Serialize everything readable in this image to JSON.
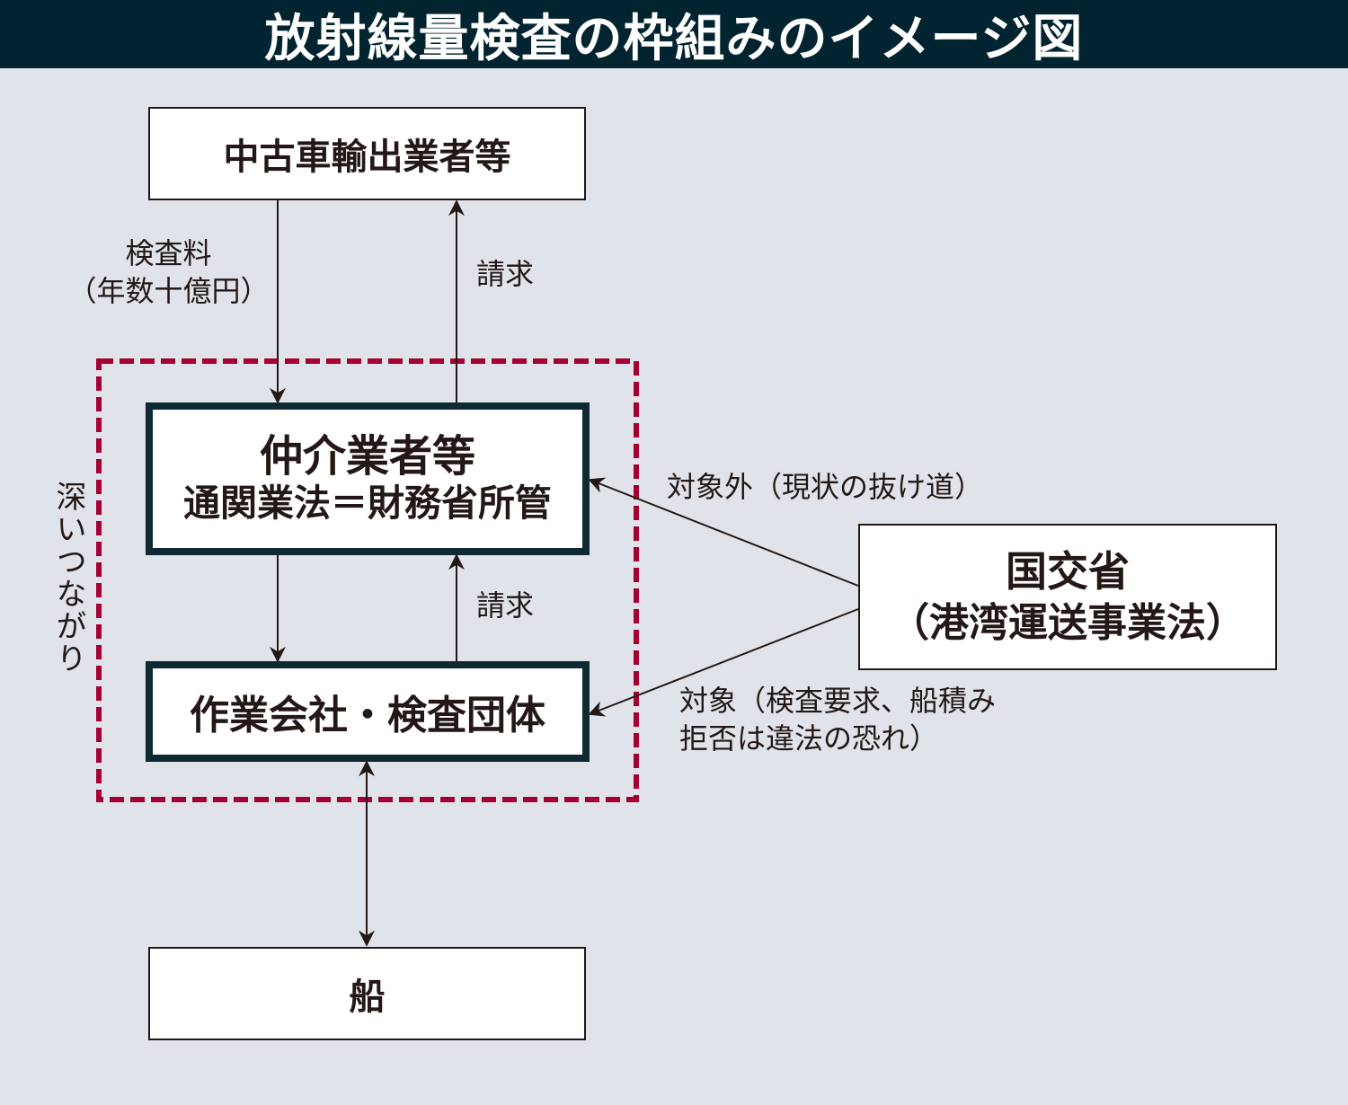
{
  "title": "放射線量検査の枠組みのイメージ図",
  "colors": {
    "header_bg": "#022430",
    "background": "#e0e3e9",
    "dashed_border": "#a50034",
    "thick_border": "#0d2a33"
  },
  "boxes": {
    "exporters": "中古車輸出業者等",
    "brokers": {
      "line1": "仲介業者等",
      "line2": "通関業法＝財務省所管"
    },
    "inspectors": "作業会社・検査団体",
    "ship": "船",
    "mlit": {
      "line1": "国交省",
      "line2": "（港湾運送事業法）"
    }
  },
  "labels": {
    "fee_line1": "検査料",
    "fee_line2": "（年数十億円）",
    "invoice_top": "請求",
    "invoice_mid": "請求",
    "deep_ties": "深いつながり",
    "not_covered": "対象外（現状の抜け道）",
    "covered_line1": "対象（検査要求、船積み",
    "covered_line2": "拒否は違法の恐れ）"
  }
}
